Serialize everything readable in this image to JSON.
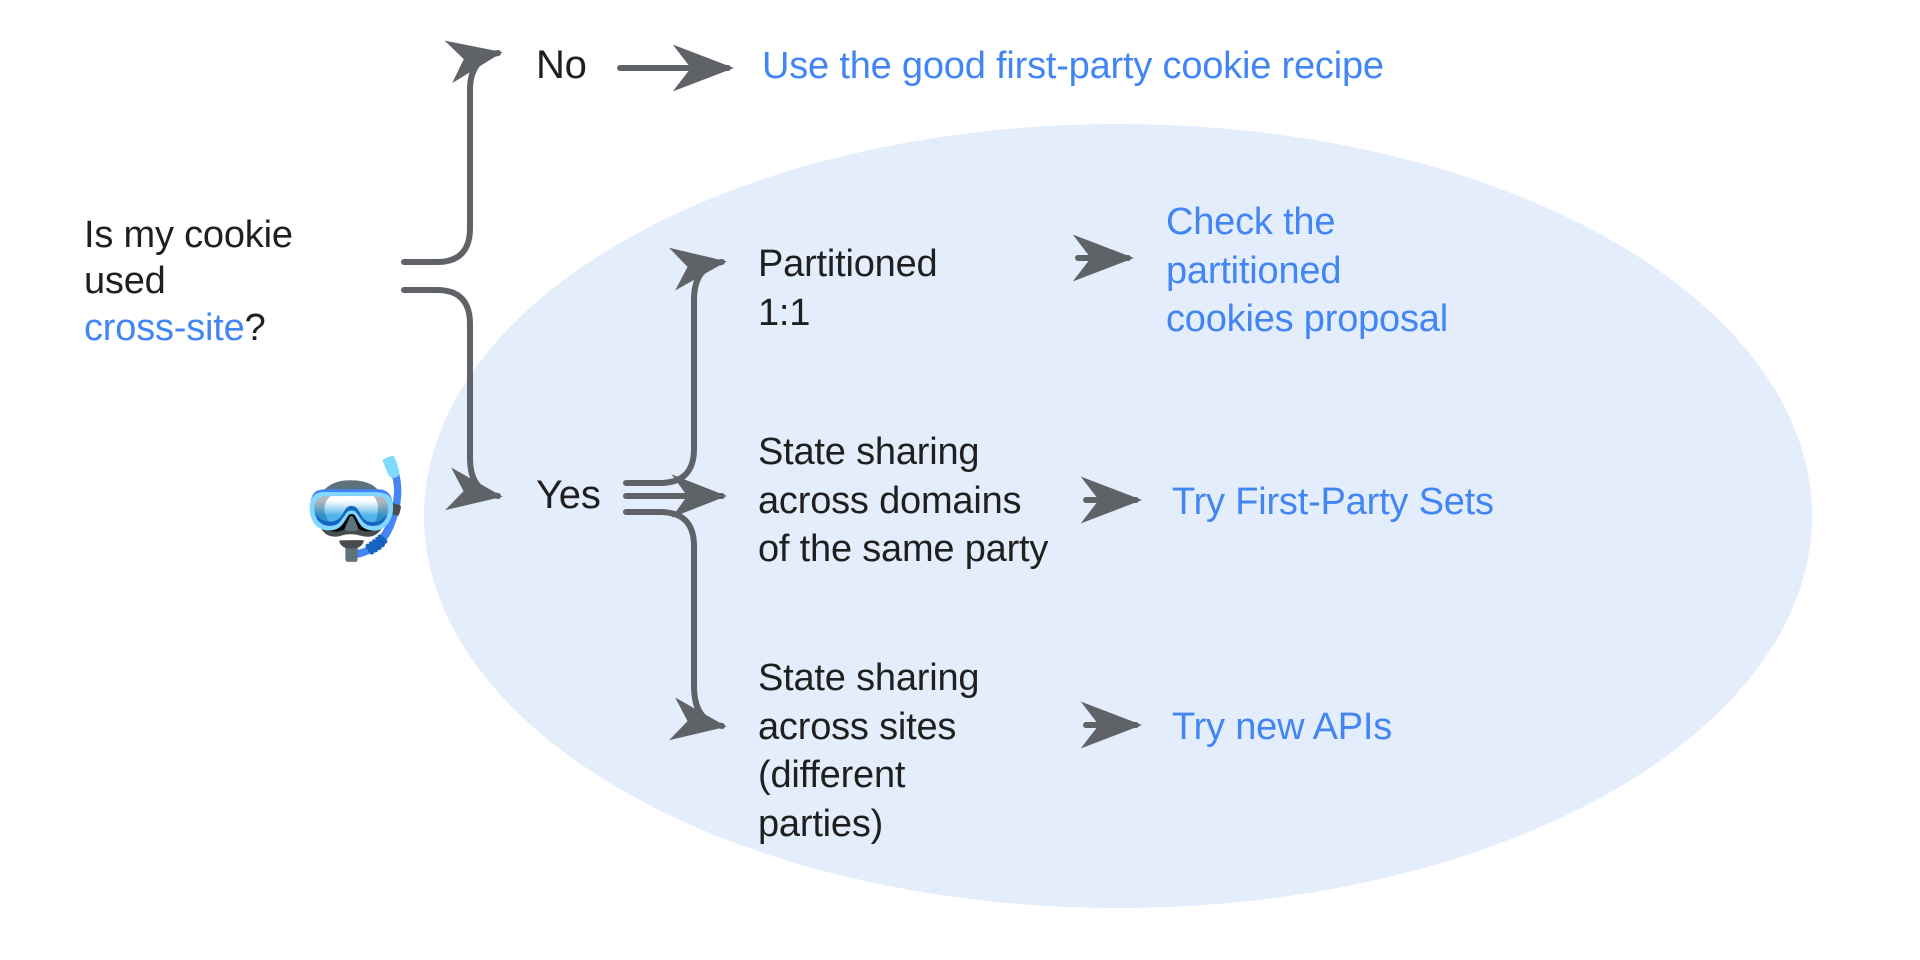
{
  "diagram": {
    "title_question": {
      "line1": "Is my cookie",
      "line2": "used",
      "highlight": "cross-site",
      "suffix": "?"
    },
    "colors": {
      "accent_blue": "#4285f4",
      "ellipse_fill": "#e4edfb",
      "text_dark": "#1f1f1f",
      "arrow_gray": "#5f6368"
    },
    "emoji": {
      "diving_mask": "🤿"
    },
    "branches": [
      {
        "label": "No",
        "condition": "",
        "result": "Use the good first-party cookie recipe"
      },
      {
        "label": "Yes",
        "condition": "Partitioned\n1:1",
        "result": "Check the\npartitioned\ncookies proposal"
      },
      {
        "label": "",
        "condition": "State sharing\nacross domains\nof the same party",
        "result": "Try First-Party Sets"
      },
      {
        "label": "",
        "condition": "State sharing\nacross sites\n(different\nparties)",
        "result": "Try new APIs"
      }
    ],
    "icons": {
      "arrow_no": "arrow-right-icon",
      "arrow_partitioned": "arrow-right-icon",
      "arrow_domains": "arrow-right-icon",
      "arrow_sites": "arrow-right-icon"
    }
  }
}
